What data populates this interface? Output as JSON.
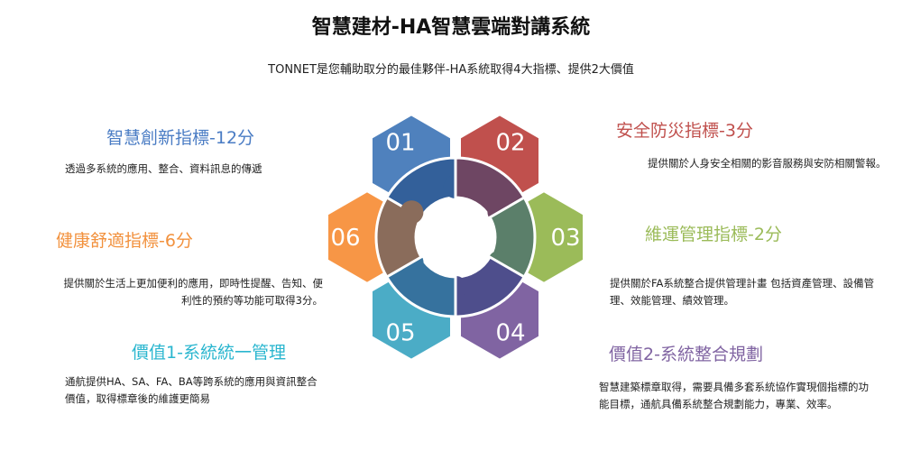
{
  "title": "智慧建材-HA智慧雲端對講系統",
  "subtitle": "TONNET是您輔助取分的最佳夥伴-HA系統取得4大指標、提供2大價值",
  "items": [
    {
      "num": "01",
      "heading": "智慧創新指標-12分",
      "desc": "透過多系統的應用、整合、資料訊息的傳遞",
      "color": "#4f81bd",
      "inner": "#33609a"
    },
    {
      "num": "02",
      "heading": "安全防災指標-3分",
      "desc": "提供關於人身安全相關的影音服務與安防相關警報。",
      "color": "#c0504d",
      "inner": "#6e4663"
    },
    {
      "num": "03",
      "heading": "維運管理指標-2分",
      "desc": "提供關於FA系統整合提供管理計畫 包括資產管理、設備管理、效能管理、績效管理。",
      "color": "#9bbb59",
      "inner": "#5b7f6a"
    },
    {
      "num": "04",
      "heading": "價值2-系統整合規劃",
      "desc": "智慧建築標章取得，需要具備多套系統協作實現個指標的功能目標，通航具備系統整合規劃能力，專業、效率。",
      "color": "#8064a2",
      "inner": "#4e4e8c"
    },
    {
      "num": "05",
      "heading": "價值1-系統統一管理",
      "desc": "通航提供HA、SA、FA、BA等跨系統的應用與資訊整合價值，取得標章後的維護更簡易",
      "color": "#4bacc6",
      "inner": "#36729e"
    },
    {
      "num": "06",
      "heading": "健康舒適指標-6分",
      "desc": "提供關於生活上更加便利的應用，即時性提醒、告知、便利性的預約等功能可取得3分。",
      "color": "#f79646",
      "inner": "#8a6c5b"
    }
  ]
}
